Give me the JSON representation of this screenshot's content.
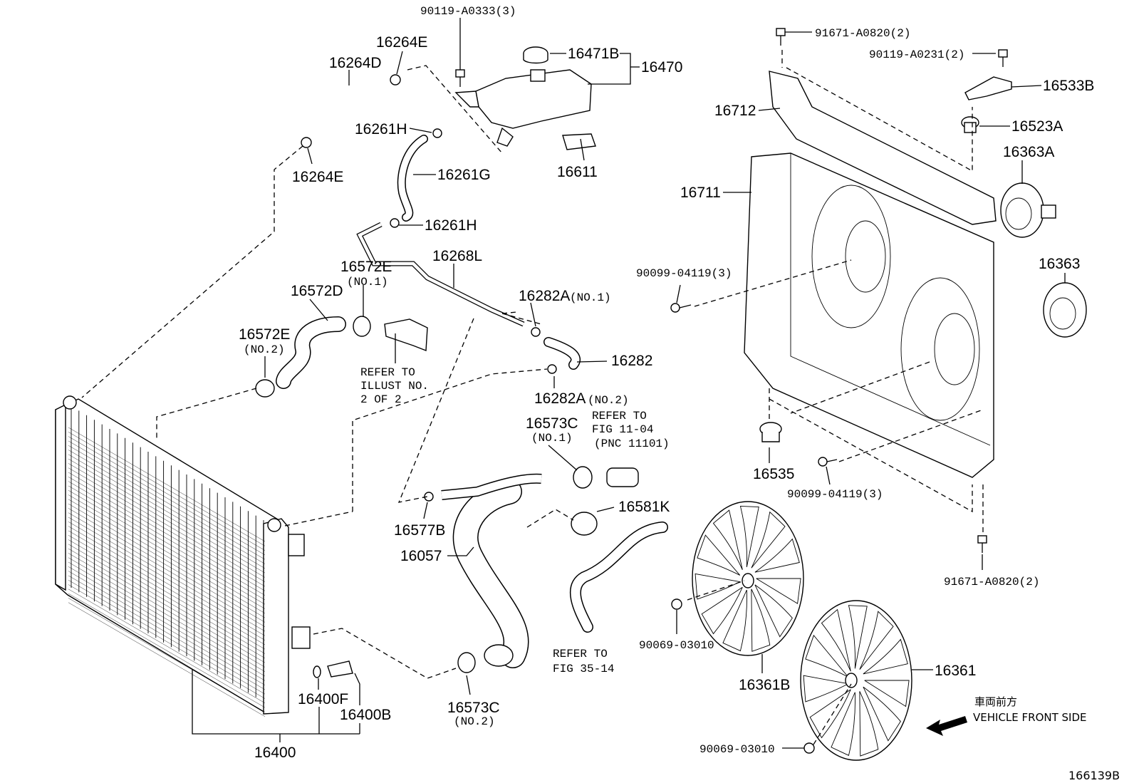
{
  "labels": {
    "p90119_A0333": "90119-A0333(3)",
    "p16264E_top": "16264E",
    "p16264D": "16264D",
    "p16471B": "16471B",
    "p16470": "16470",
    "p16261H_top": "16261H",
    "p16611": "16611",
    "p16264E_bot": "16264E",
    "p16261G": "16261G",
    "p16261H_bot": "16261H",
    "p16268L": "16268L",
    "p16572E_no1": "16572E",
    "p16572D": "16572D",
    "p16572E_no2": "16572E",
    "p16282A_no1": "16282A",
    "p16282": "16282",
    "p16282A_no2": "16282A",
    "p16573C_no1": "16573C",
    "p16581K": "16581K",
    "p16577B": "16577B",
    "p16057": "16057",
    "p16573C_no2": "16573C",
    "p16400F": "16400F",
    "p16400B": "16400B",
    "p16400": "16400",
    "p91671_A0820_top": "91671-A0820(2)",
    "p90119_A0231": "90119-A0231(2)",
    "p16533B": "16533B",
    "p16712": "16712",
    "p16523A": "16523A",
    "p16363A": "16363A",
    "p16711": "16711",
    "p16363": "16363",
    "p90099_04119_top": "90099-04119(3)",
    "p16535": "16535",
    "p90099_04119_bot": "90099-04119(3)",
    "p91671_A0820_bot": "91671-A0820(2)",
    "p90069_03010_a": "90069-03010",
    "p16361B": "16361B",
    "p16361": "16361",
    "p90069_03010_b": "90069-03010"
  },
  "notes": {
    "no1_a": "(NO.1)",
    "no2_a": "(NO.2)",
    "no1_b": "(NO.1)",
    "no2_b": "(NO.2)",
    "no1_c": "(NO.1)",
    "no2_c": "(NO.2)",
    "refer_illust_1": "REFER TO",
    "refer_illust_2": "ILLUST NO.",
    "refer_illust_3": "2 OF 2",
    "refer_fig1104_1": "REFER TO",
    "refer_fig1104_2": "FIG 11-04",
    "refer_fig1104_3": "(PNC 11101)",
    "refer_fig3514_1": "REFER TO",
    "refer_fig3514_2": "FIG 35-14"
  },
  "footer": {
    "front_jp": "車両前方",
    "front_en": "VEHICLE FRONT SIDE",
    "diagram_id": "166139B"
  }
}
